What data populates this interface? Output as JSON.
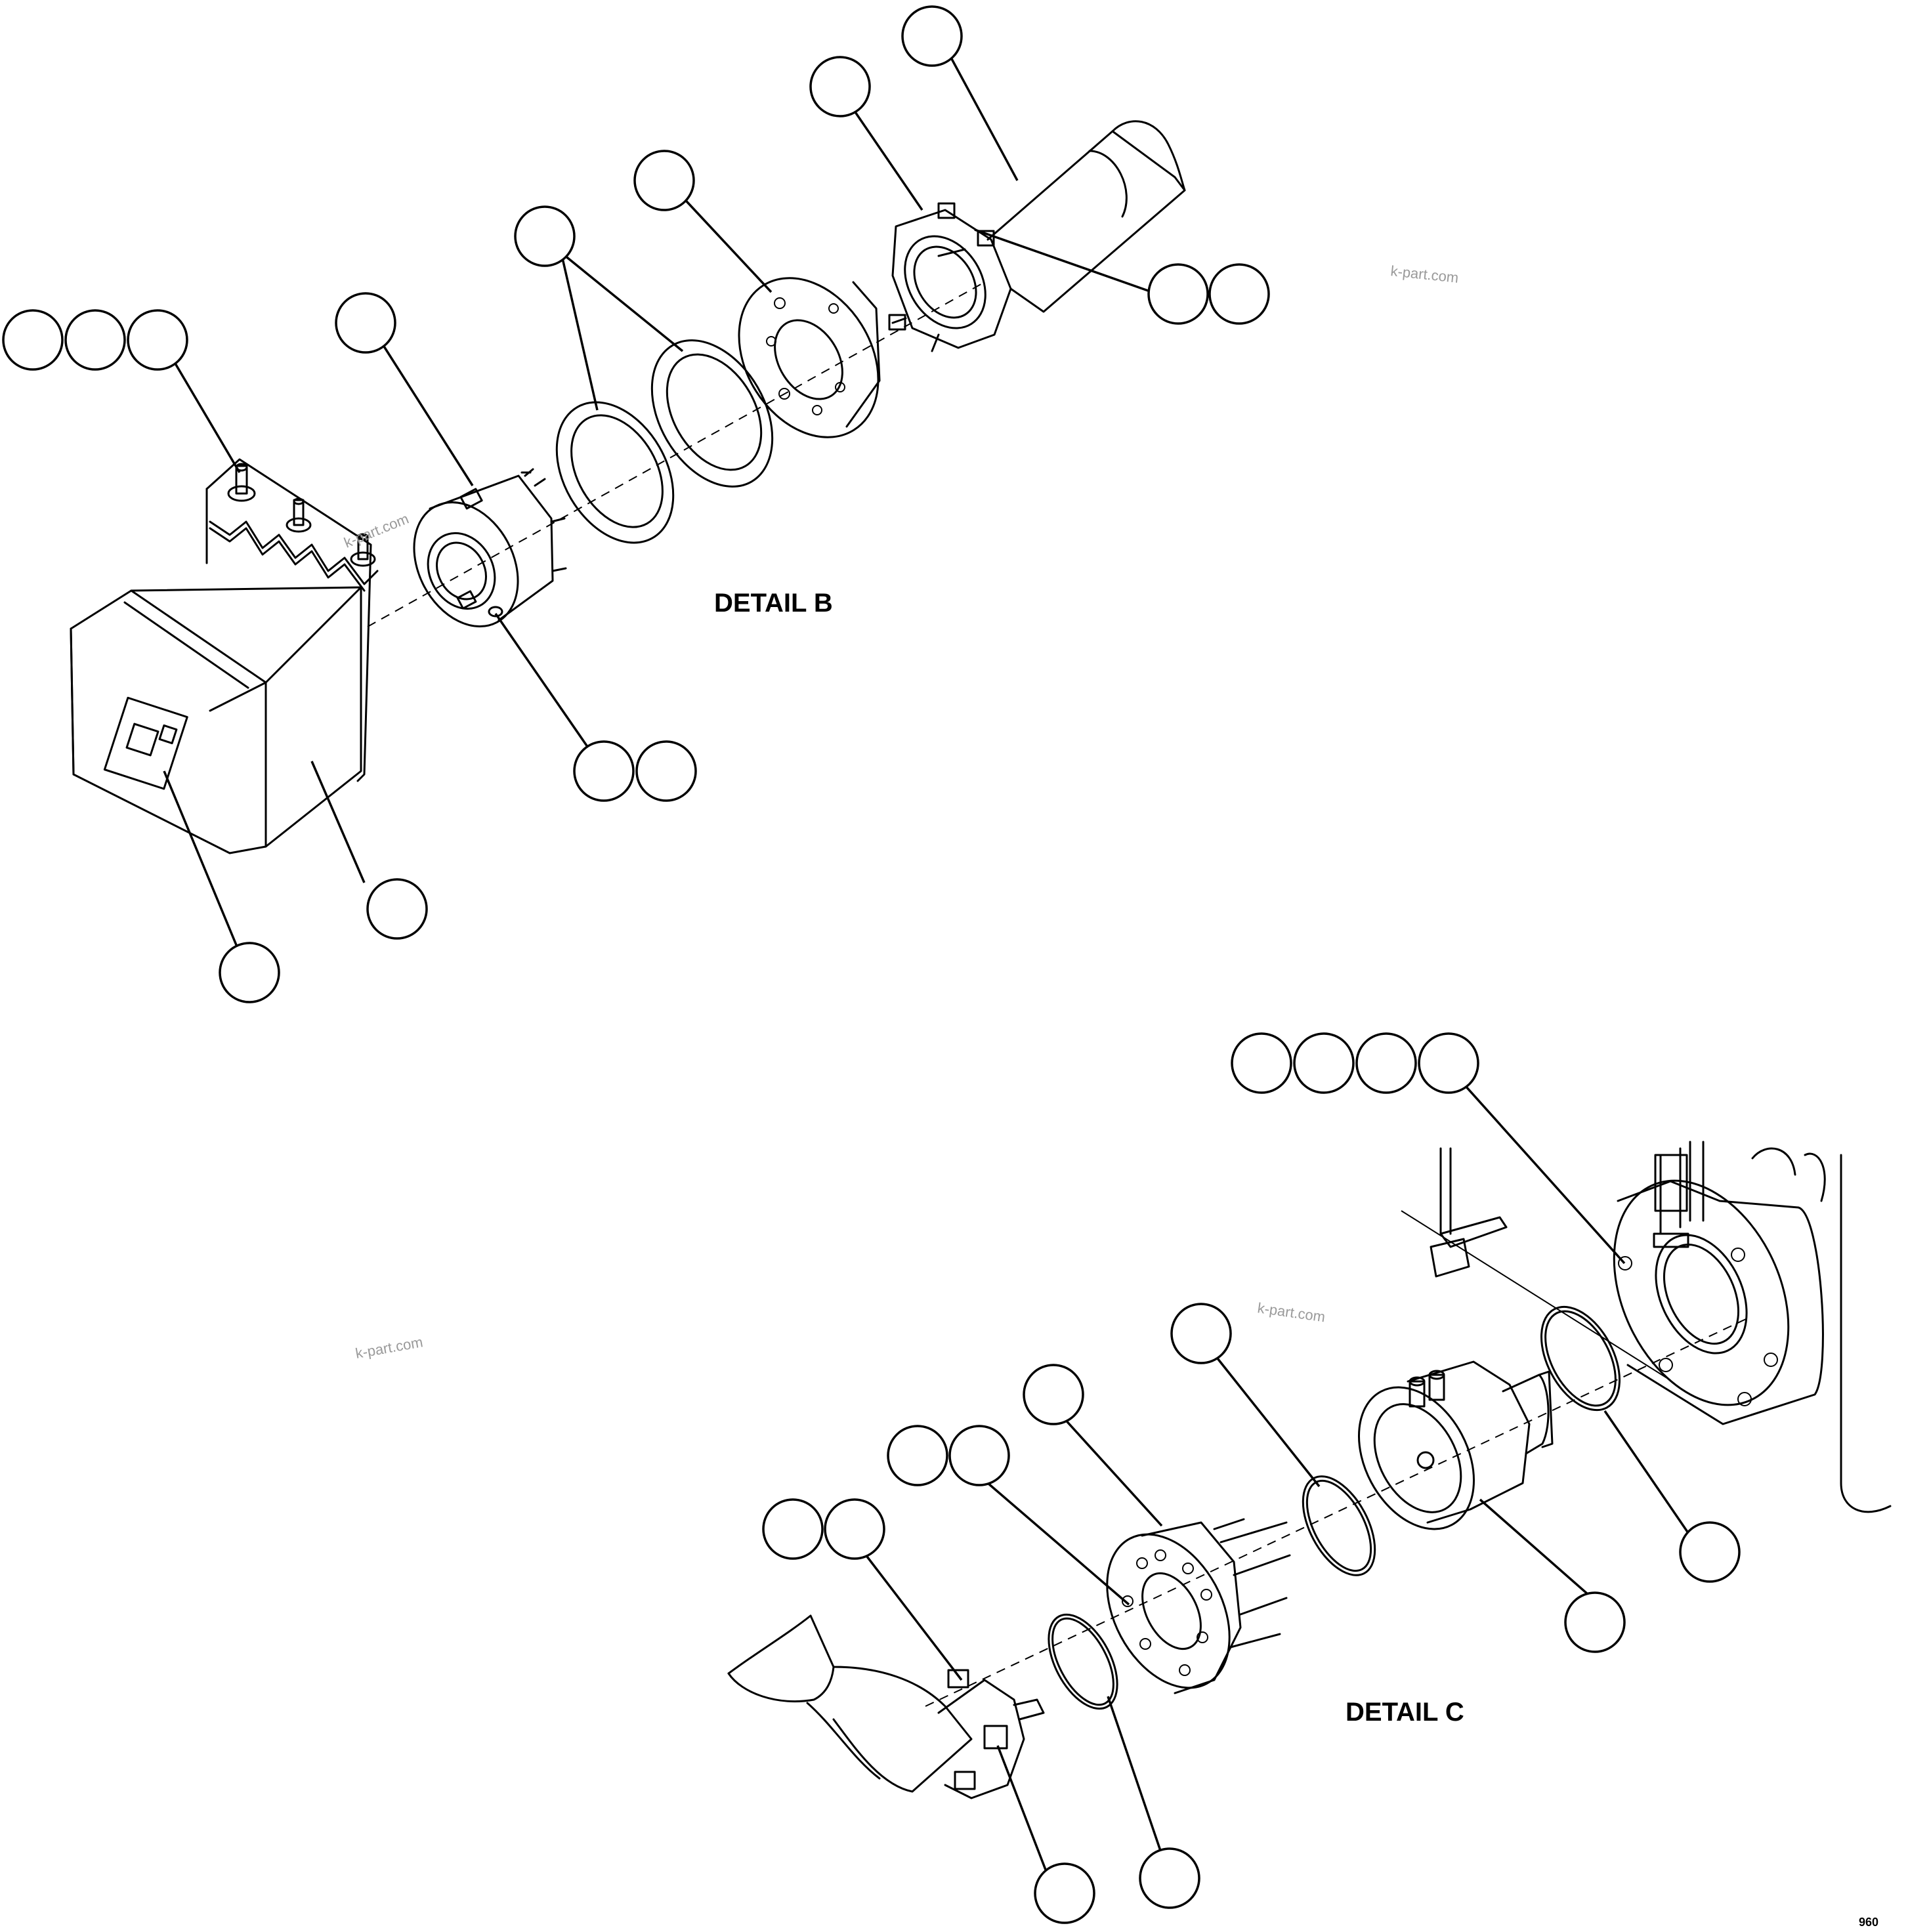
{
  "diagram": {
    "detail_b_label": "DETAIL B",
    "detail_c_label": "DETAIL C",
    "watermark_1": "k-part.com",
    "watermark_2": "k-part.com",
    "watermark_3": "k-part.com",
    "watermark_4": "k-part.com",
    "sheet_number": "960"
  },
  "colors": {
    "line": "#000000",
    "background": "#ffffff",
    "watermark": "#9a9a9a"
  }
}
